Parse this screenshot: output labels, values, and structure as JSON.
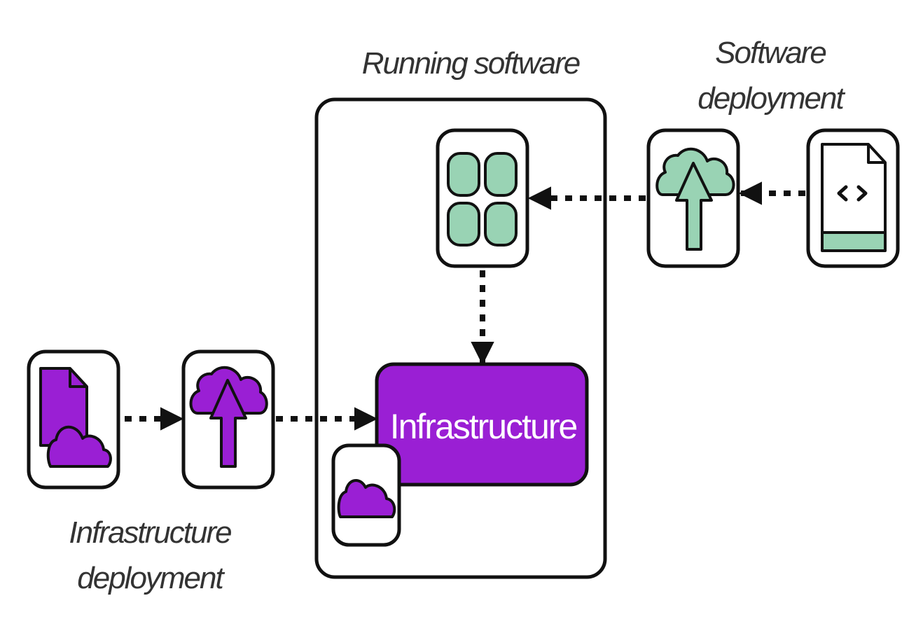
{
  "labels": {
    "running_software": "Running software",
    "software_deployment_line1": "Software",
    "software_deployment_line2": "deployment",
    "infrastructure": "Infrastructure",
    "infrastructure_deployment_line1": "Infrastructure",
    "infrastructure_deployment_line2": "deployment"
  },
  "icons": {
    "source_code_file": "code-file-icon",
    "software_deploy": "cloud-upload-icon",
    "running_app": "app-grid-icon",
    "infra_code_file": "infra-code-file-icon",
    "infra_deploy": "cloud-upload-icon",
    "infra_cloud": "cloud-icon"
  },
  "colors": {
    "software_accent": "#99d3b4",
    "infrastructure_accent": "#9a1fd4",
    "outline": "#111111",
    "label_text": "#333333"
  }
}
